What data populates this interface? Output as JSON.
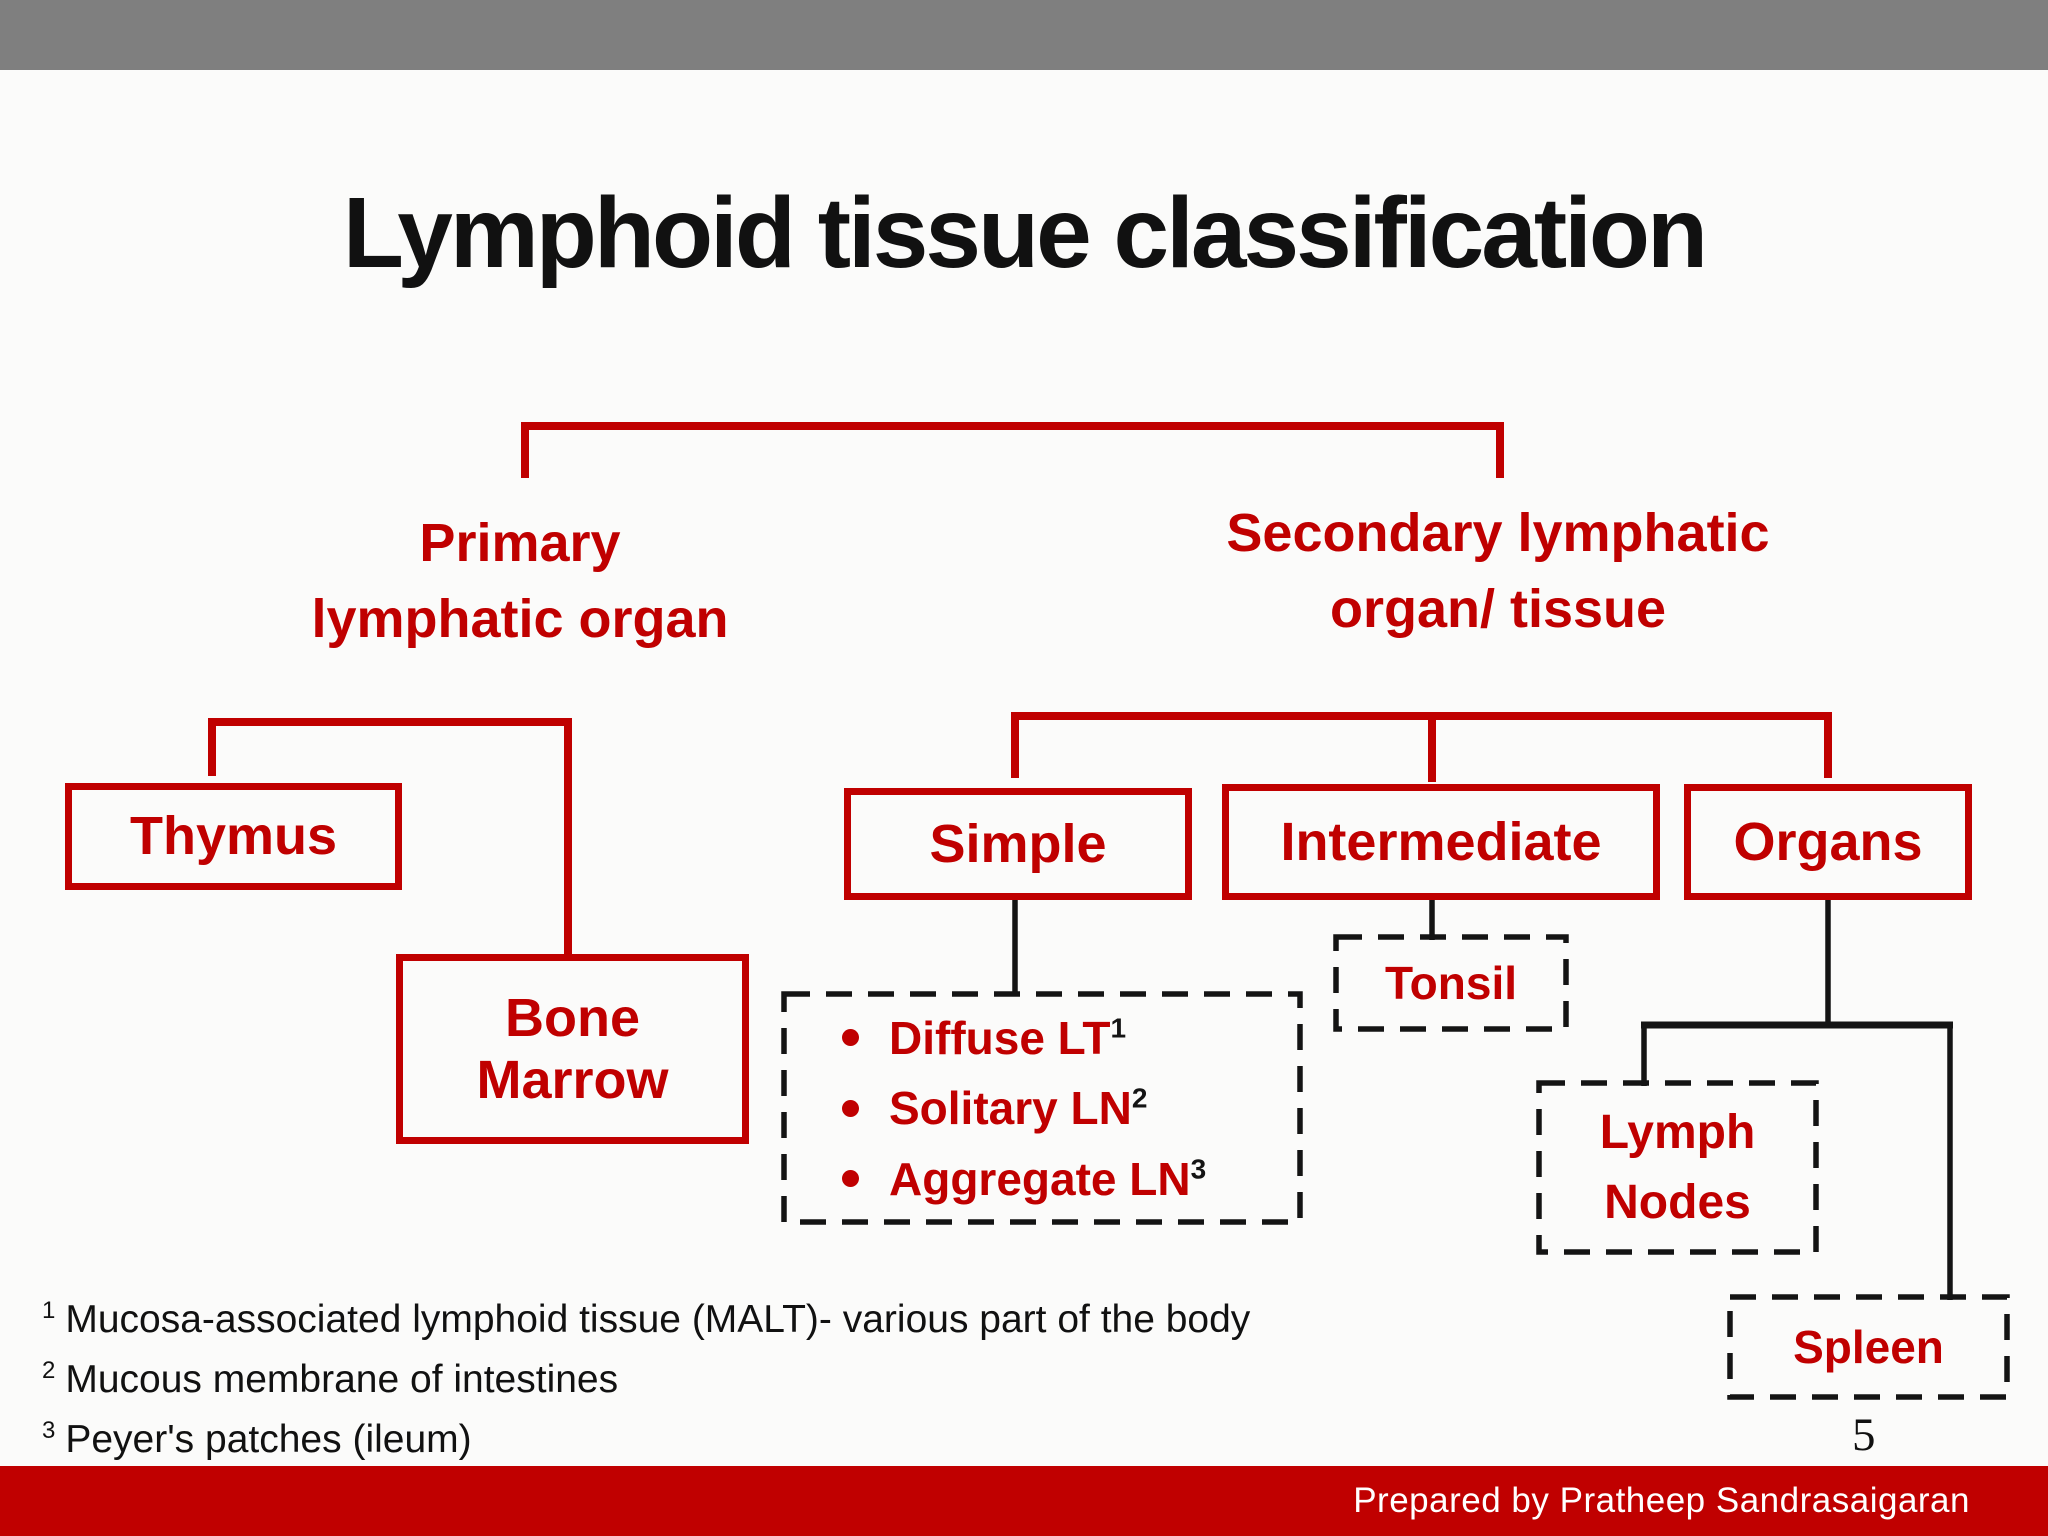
{
  "slide": {
    "title": "Lymphoid tissue classification",
    "page_number": "5",
    "footer_credit": "Prepared by Pratheep Sandrasaigaran"
  },
  "tree": {
    "primary": {
      "line1": "Primary",
      "line2": "lymphatic organ"
    },
    "secondary": {
      "line1": "Secondary lymphatic",
      "line2": "organ/ tissue"
    },
    "thymus": "Thymus",
    "bone_marrow": {
      "line1": "Bone",
      "line2": "Marrow"
    },
    "simple": "Simple",
    "intermediate": "Intermediate",
    "organs": "Organs",
    "tonsil": "Tonsil",
    "lymph_nodes": {
      "line1": "Lymph",
      "line2": "Nodes"
    },
    "spleen": "Spleen"
  },
  "simple_list": [
    {
      "label": "Diffuse LT",
      "sup": "1"
    },
    {
      "label": "Solitary LN",
      "sup": "2"
    },
    {
      "label": "Aggregate LN",
      "sup": "3"
    }
  ],
  "footnotes": [
    {
      "sup": "1",
      "text": "Mucosa-associated lymphoid tissue (MALT)- various part of the body"
    },
    {
      "sup": "2",
      "text": "Mucous membrane of intestines"
    },
    {
      "sup": "3",
      "text": "Peyer's patches (ileum)"
    }
  ],
  "colors": {
    "accent_red": "#c00000",
    "bar_gray": "#7f7f7f",
    "footer_red": "#c00000",
    "line_black": "#141414",
    "text_black": "#111111",
    "background": "#fbfbfa",
    "footer_text": "#ffffff"
  }
}
